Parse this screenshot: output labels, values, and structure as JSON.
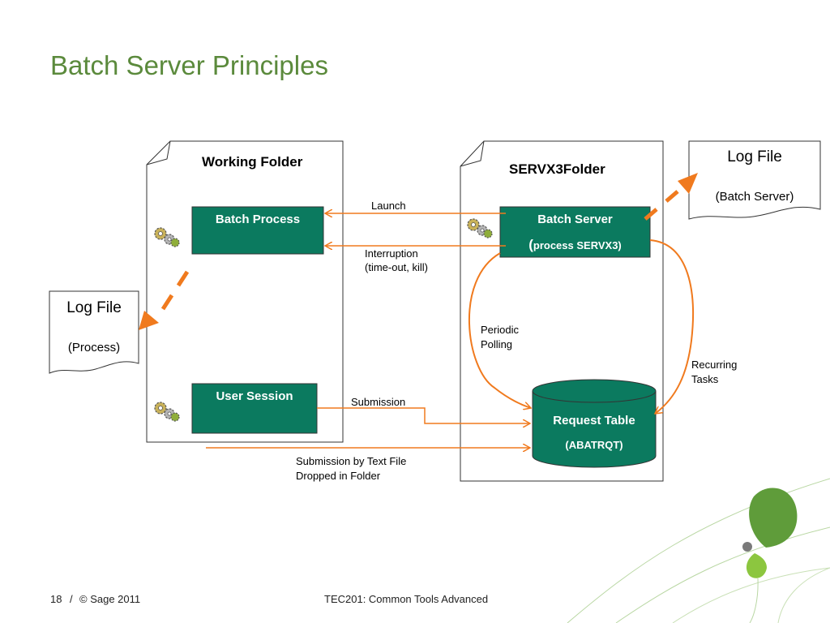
{
  "slide": {
    "title": "Batch Server Principles",
    "page_number": "18",
    "separator": "/",
    "copyright": "© Sage 2011",
    "course": "TEC201: Common Tools Advanced"
  },
  "diagram": {
    "working_folder": {
      "title": "Working Folder"
    },
    "server_folder": {
      "title": "SERVX3Folder"
    },
    "batch_process": "Batch Process",
    "user_session": "User Session",
    "batch_server": {
      "line1": "Batch Server",
      "paren_open": "(",
      "line2": "process SERVX3)"
    },
    "request_table": {
      "line1": "Request Table",
      "line2": "(ABATRQT)"
    },
    "log_file_server": {
      "title": "Log File",
      "subtitle": "(Batch Server)"
    },
    "log_file_process": {
      "title": "Log File",
      "subtitle": "(Process)"
    },
    "labels": {
      "launch": "Launch",
      "interruption_1": "Interruption",
      "interruption_2": "(time-out, kill)",
      "periodic_1": "Periodic",
      "periodic_2": "Polling",
      "recurring_1": "Recurring",
      "recurring_2": "Tasks",
      "submission": "Submission",
      "text_file_1": "Submission by Text File",
      "text_file_2": "Dropped in Folder"
    },
    "colors": {
      "title_green": "#5b8a3c",
      "box_fill": "#0b7a5f",
      "arrow_orange": "#f07a1e",
      "leaf_green": "#5f9c3a",
      "leaf_light": "#8cc63f"
    },
    "icons": [
      "gears-icon",
      "gears-icon",
      "gears-icon"
    ]
  }
}
